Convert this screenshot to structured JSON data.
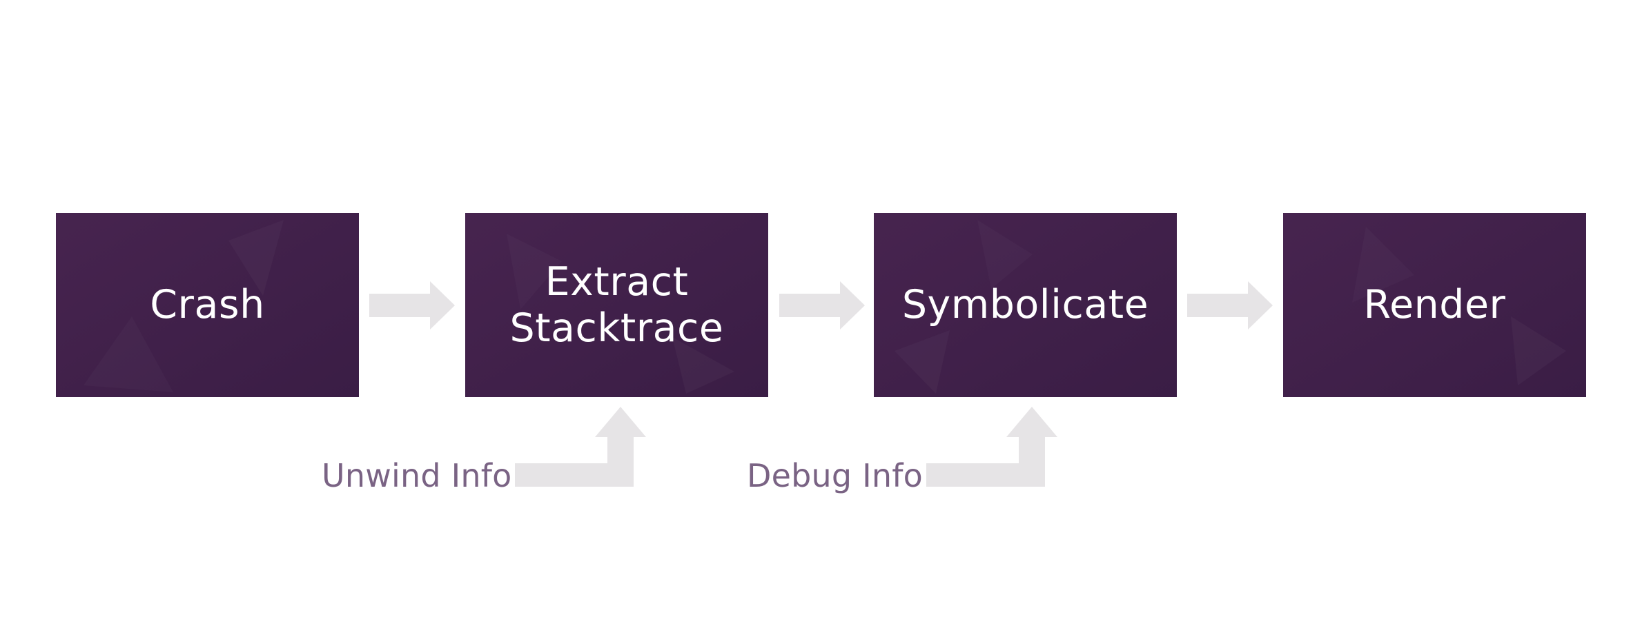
{
  "diagram": {
    "steps": [
      {
        "label": "Crash"
      },
      {
        "label": "Extract\nStacktrace"
      },
      {
        "label": "Symbolicate"
      },
      {
        "label": "Render"
      }
    ],
    "inputs": [
      {
        "label": "Unwind Info",
        "feeds_step": 1
      },
      {
        "label": "Debug Info",
        "feeds_step": 2
      }
    ],
    "colors": {
      "box_fill": "#3f1f4a",
      "box_fill_light": "#4a2756",
      "arrow": "#e6e4e6",
      "input_text": "#7a6384",
      "box_text": "#ffffff"
    }
  }
}
